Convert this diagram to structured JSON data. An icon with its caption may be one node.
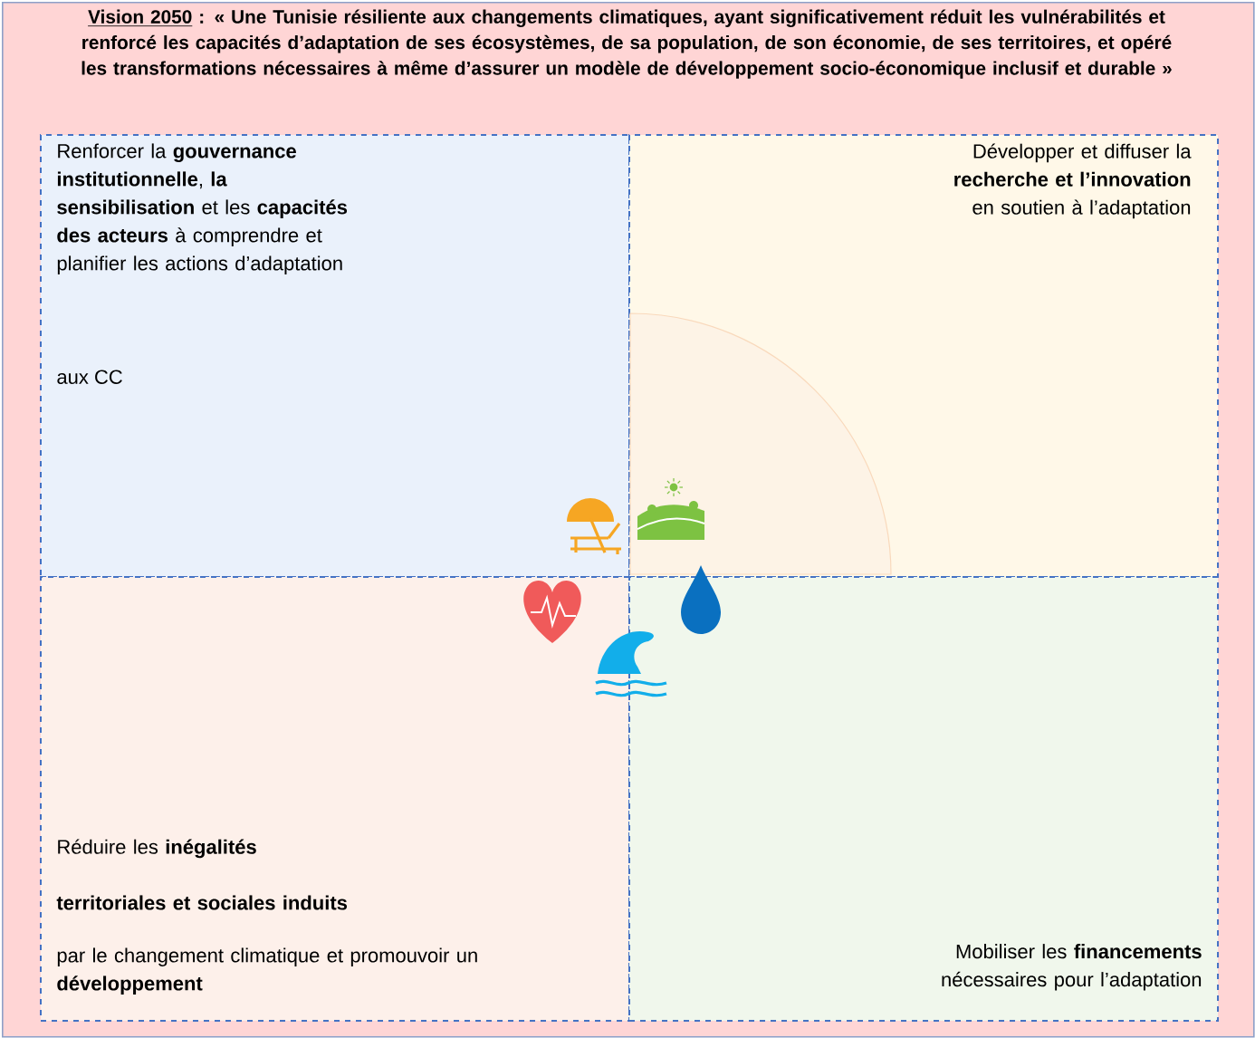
{
  "diagram": {
    "nodes": [
      {
        "text": [
          "Vision 2050",
          " : « Une Tunisie résiliente aux changements climatiques, ayant significativement réduit les vulnérabilités et renforcé les capacités d’adaptation de ses écosystèmes, de sa population,  de son économie, de ses territoires, et opéré les transformations nécessaires à même d’assurer un modèle  de développement socio-économique inclusif et durable »"
        ]
      },
      {
        "text": [
          "Renforcer la **gouvernance institutionnelle**, **la sensibilisation** et les **capacités des acteurs** à comprendre et planifier les actions d’adaptation",
          "aux CC"
        ],
        "in": 0
      },
      {
        "text": [
          "Développer et diffuser la **recherche et l’innovation** en soutien à l’adaptation"
        ],
        "in": 0
      },
      {
        "text": [
          "Réduire les **inégalités**",
          "territoriales et sociales induits",
          "par le changement climatique et promouvoir un **développement**"
        ],
        "in": 0
      },
      {
        "text": [
          "Mobiliser les **financements** nécessaires pour l’adaptation"
        ],
        "in": 0
      }
    ]
  }
}
